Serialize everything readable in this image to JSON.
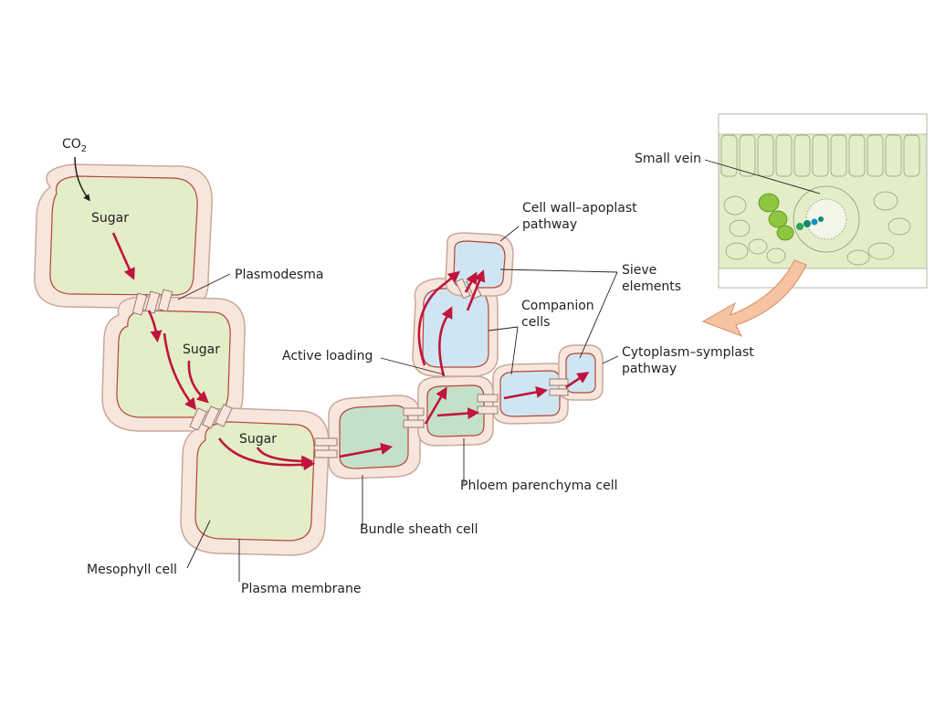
{
  "labels": {
    "co2": "CO",
    "co2_sub": "2",
    "sugar_1": "Sugar",
    "sugar_2": "Sugar",
    "sugar_3": "Sugar",
    "plasmodesma": "Plasmodesma",
    "active_loading": "Active loading",
    "cell_wall_line1": "Cell wall–apoplast",
    "cell_wall_line2": "pathway",
    "sieve_line1": "Sieve",
    "sieve_line2": "elements",
    "companion_line1": "Companion",
    "companion_line2": "cells",
    "cytoplasm_line1": "Cytoplasm–symplast",
    "cytoplasm_line2": "pathway",
    "small_vein": "Small vein",
    "phloem_parenchyma": "Phloem parenchyma cell",
    "bundle_sheath": "Bundle sheath cell",
    "mesophyll": "Mesophyll cell",
    "plasma_membrane": "Plasma membrane"
  },
  "colors": {
    "wall_fill": "#f7e6dc",
    "wall_stroke": "#c9a89a",
    "membrane": "#b5453a",
    "mesophyll_fill": "#e3edc8",
    "bundle_fill": "#c5e0c9",
    "companion_fill": "#cfe6f2",
    "arrow": "#c0143c",
    "leaf_green": "#8dc63f",
    "vein_teal": "#0f8a6e",
    "big_arrow": "#f6c3a3"
  }
}
